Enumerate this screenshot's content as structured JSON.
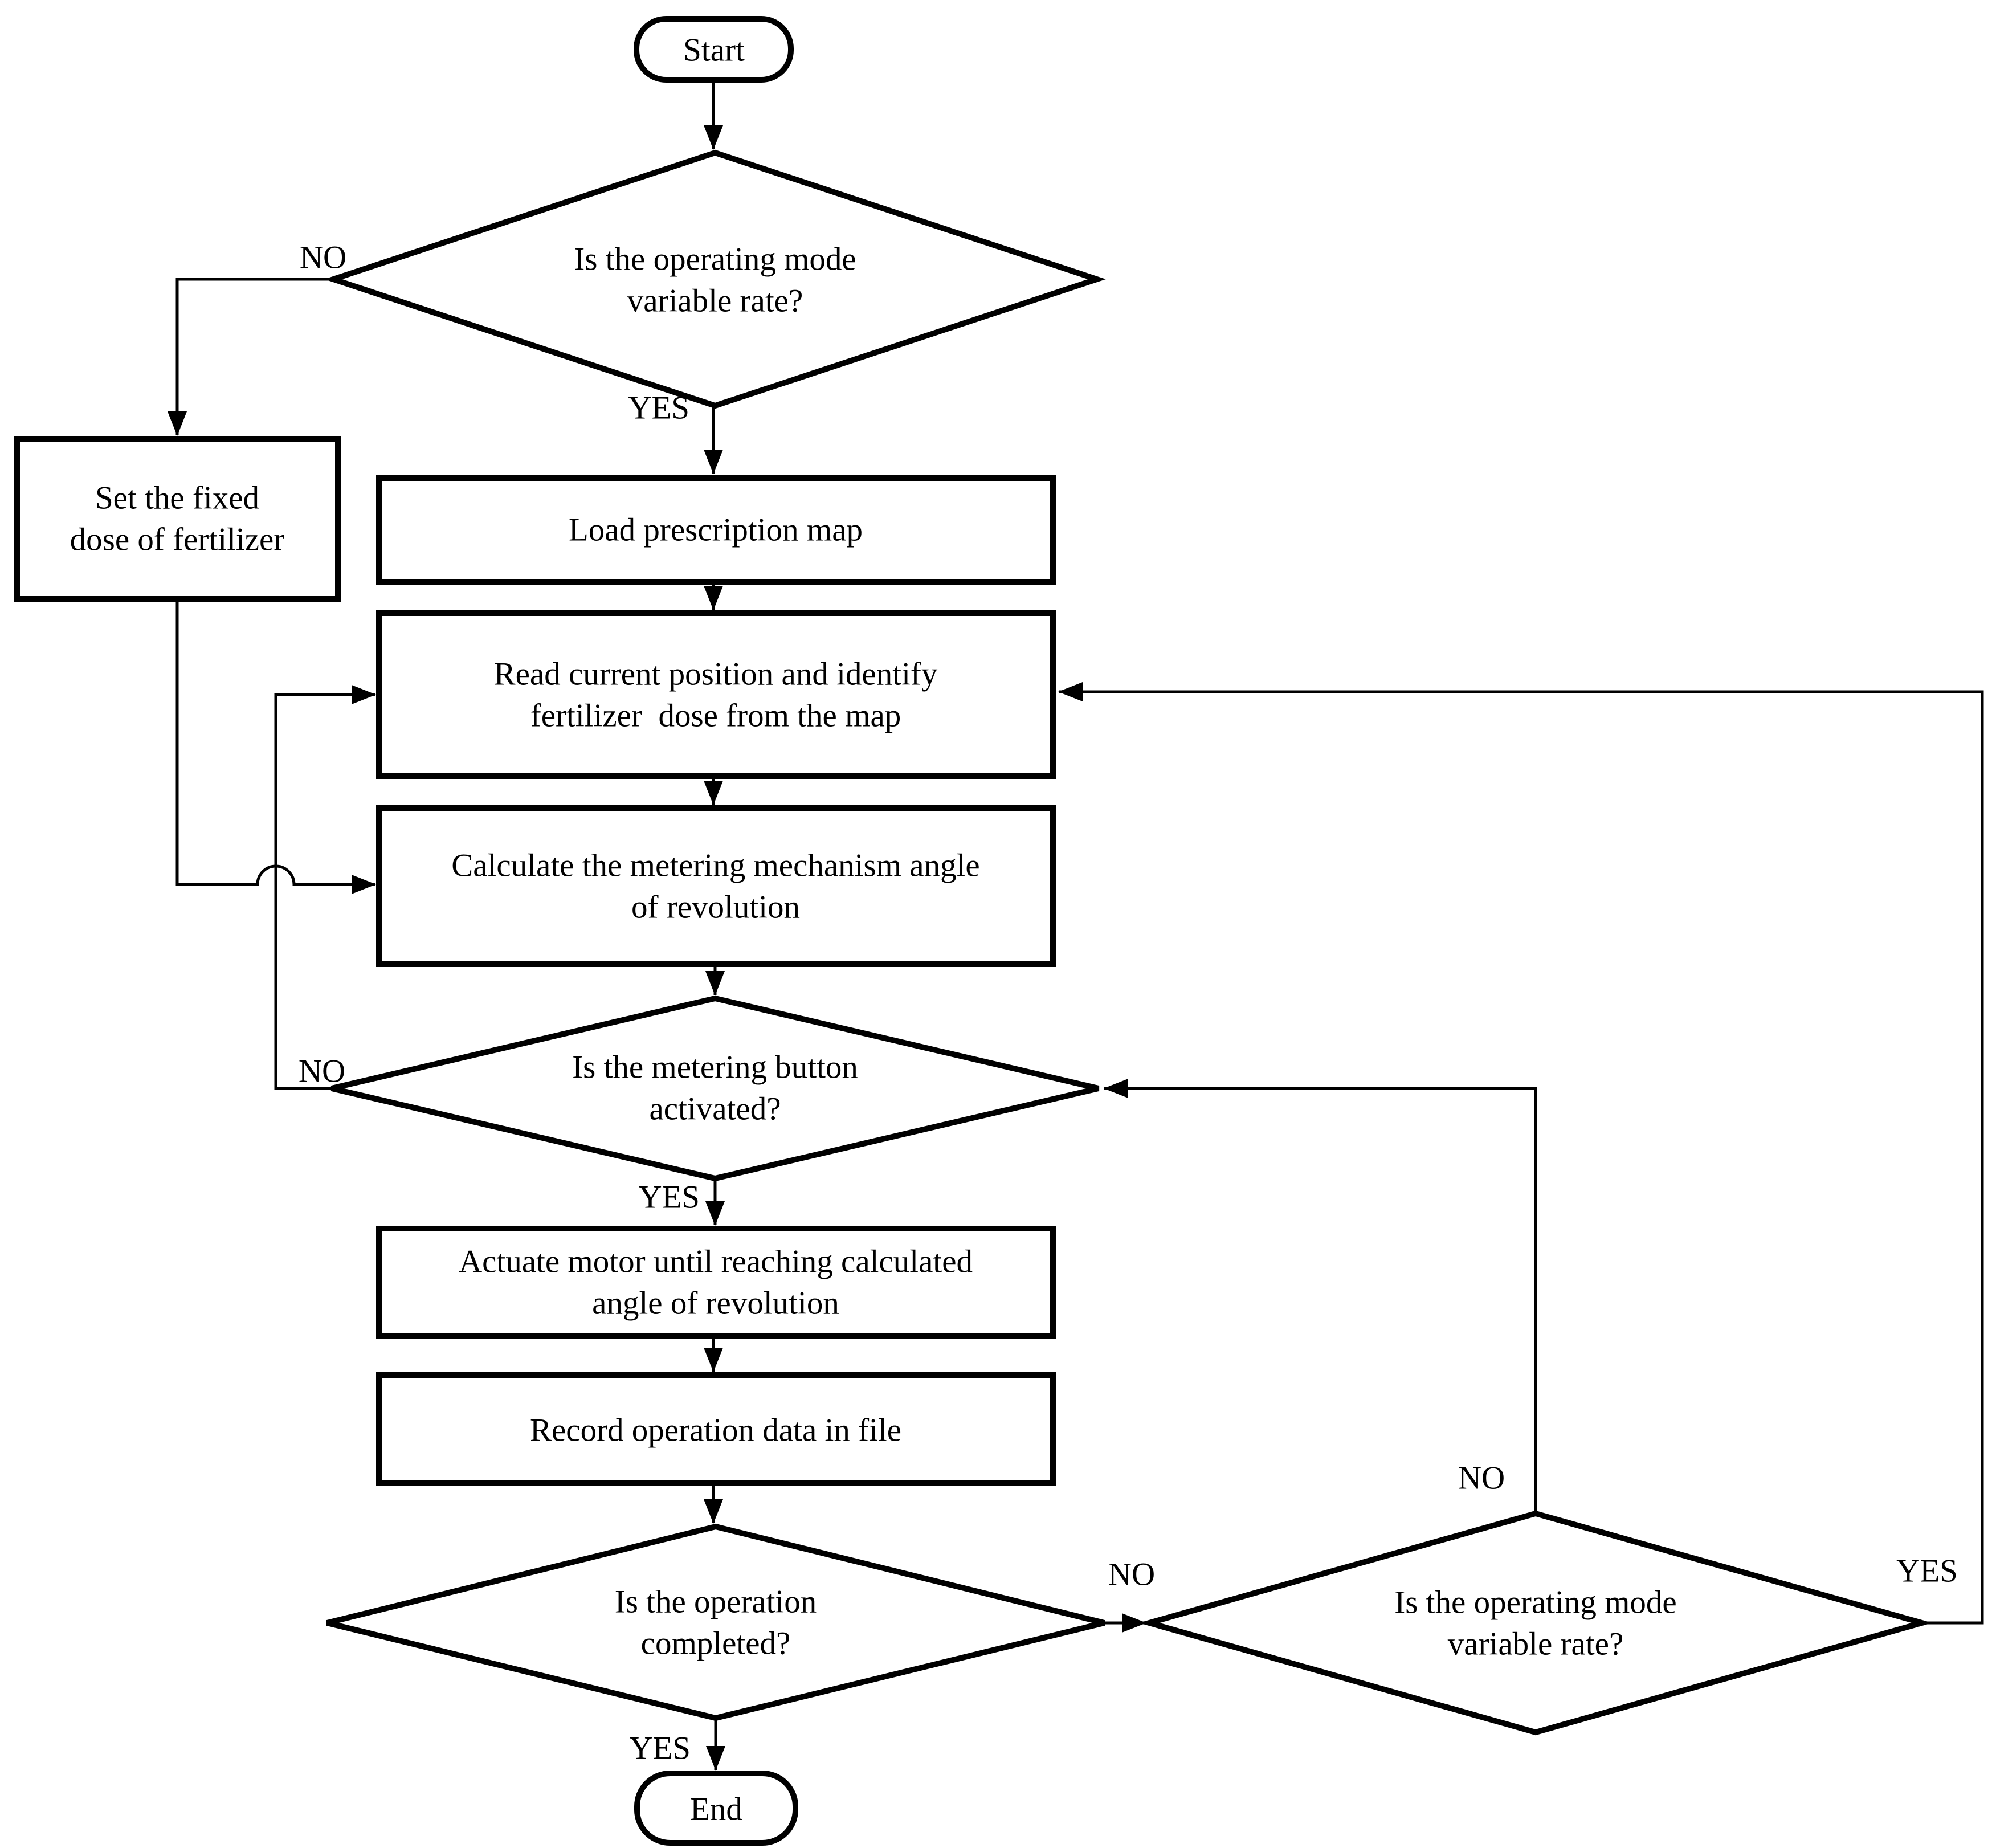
{
  "diagram": {
    "type": "flowchart",
    "background_color": "#ffffff",
    "line_color": "#000000",
    "text_color": "#000000",
    "nodes": {
      "start": {
        "shape": "terminator",
        "label": "Start"
      },
      "decision_variable_rate_1": {
        "shape": "diamond",
        "lines": [
          "Is the operating mode",
          "variable rate?"
        ]
      },
      "set_fixed_dose": {
        "shape": "process",
        "lines": [
          "Set the fixed",
          "dose of fertilizer"
        ]
      },
      "load_prescription_map": {
        "shape": "process",
        "lines": [
          "Load prescription map"
        ]
      },
      "read_position": {
        "shape": "process",
        "lines": [
          "Read current position and identify",
          "fertilizer  dose from the map"
        ]
      },
      "calculate_angle": {
        "shape": "process",
        "lines": [
          "Calculate the metering mechanism angle",
          "of revolution"
        ]
      },
      "decision_metering_button": {
        "shape": "diamond",
        "lines": [
          "Is the metering button",
          "activated?"
        ]
      },
      "actuate_motor": {
        "shape": "process",
        "lines": [
          "Actuate motor until reaching calculated",
          "angle of revolution"
        ]
      },
      "record_data": {
        "shape": "process",
        "lines": [
          "Record operation data in file"
        ]
      },
      "decision_operation_completed": {
        "shape": "diamond",
        "lines": [
          "Is the operation",
          "completed?"
        ]
      },
      "decision_variable_rate_2": {
        "shape": "diamond",
        "lines": [
          "Is the operating mode",
          "variable rate?"
        ]
      },
      "end": {
        "shape": "terminator",
        "label": "End"
      }
    },
    "edge_labels": {
      "d1_no": "NO",
      "d1_yes": "YES",
      "d2_no": "NO",
      "d2_yes": "YES",
      "d3_no": "NO",
      "d3_yes": "YES",
      "d4_no": "NO",
      "d4_yes": "YES"
    }
  }
}
